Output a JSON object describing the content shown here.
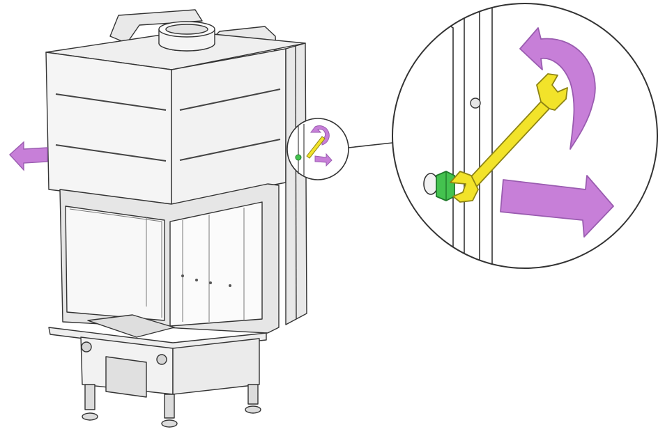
{
  "diagram": {
    "subject": "corner-fireplace-insert",
    "callout": "wrench-loosening-nut-detail",
    "colors": {
      "arrow": "#c77fd8",
      "arrow_stroke": "#9a5cb0",
      "wrench": "#f2e32a",
      "wrench_stroke": "#8d8414",
      "nut": "#44c24f",
      "nut_stroke": "#1f7a2a",
      "line": "#333333",
      "panel": "#f5f5f5",
      "panel_dark": "#e2e2e2",
      "glass": "#f8f8f8"
    },
    "icons": [
      "push-arrow-left",
      "push-arrow-right",
      "rotate-counterclockwise-arrow",
      "open-end-wrench",
      "hex-nut"
    ]
  }
}
